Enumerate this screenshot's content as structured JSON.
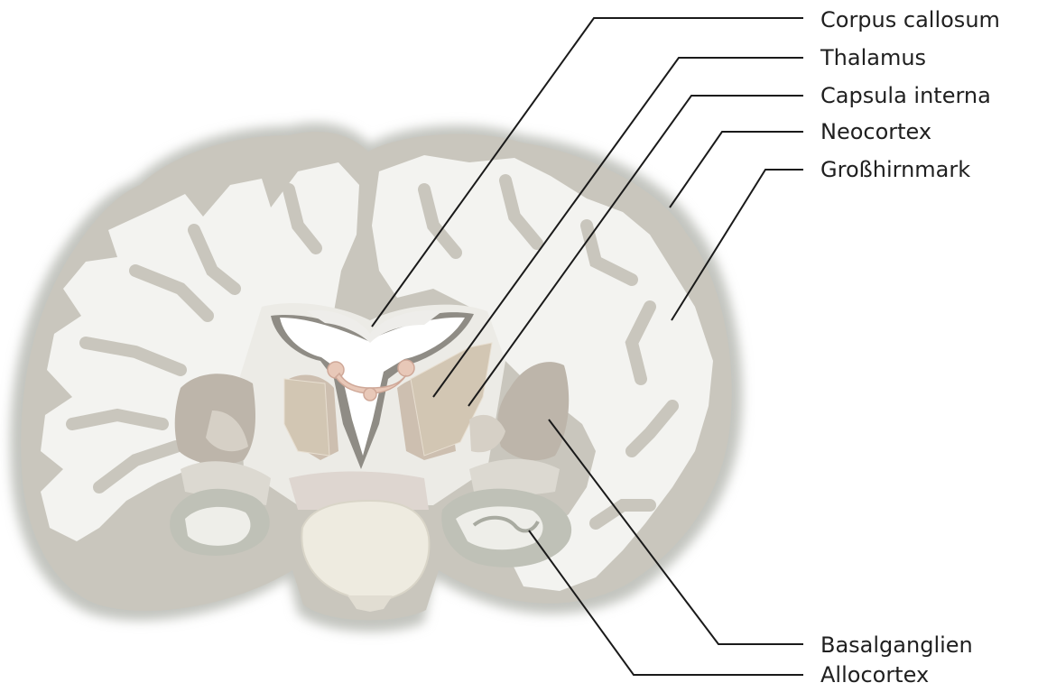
{
  "labels": [
    "Corpus callosum",
    "Thalamus",
    "Capsula interna",
    "Neocortex",
    "Großhirnmark",
    "Basalganglien",
    "Allocortex"
  ],
  "colors": {
    "outer_shadow": "#cdcfca",
    "cortex_gray": "#c9c6bd",
    "white_matter": "#f3f3f0",
    "ventricle": "#ffffff",
    "basal_ganglia": "#bdb5aa",
    "internal_capsule": "#cfc2ae",
    "thalamus": "#d6c4b4",
    "fornix": "#e8c8b8",
    "hippocampus": "#c6c8bd",
    "pons": "#eeebe0",
    "leader_line": "#1a1a1a"
  }
}
